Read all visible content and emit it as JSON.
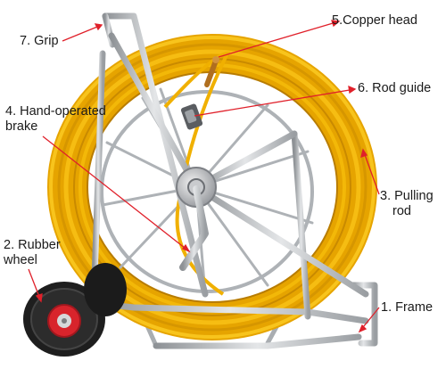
{
  "labels": {
    "grip": "7. Grip",
    "copper_head": "5.Copper head",
    "rod_guide": "6. Rod guide",
    "brake_line1": "4. Hand-operated",
    "brake_line2": "brake",
    "pulling_rod_line1": "3. Pulling",
    "pulling_rod_line2": "rod",
    "rubber_wheel_line1": "2. Rubber",
    "rubber_wheel_line2": "wheel",
    "frame": "1. Frame"
  },
  "colors": {
    "rod_yellow": "#f2b400",
    "rod_shadow": "#c98a00",
    "frame_steel": "#b9bcc0",
    "leader_red": "#e0202a",
    "wheel_rubber": "#1e1e1e",
    "hub_red": "#d8242c"
  }
}
